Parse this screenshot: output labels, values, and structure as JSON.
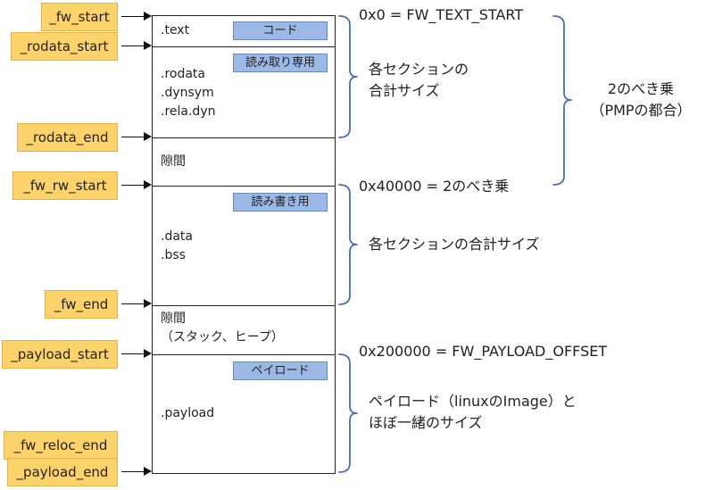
{
  "symbols": {
    "fw_start": "_fw_start",
    "rodata_start": "_rodata_start",
    "rodata_end": "_rodata_end",
    "fw_rw_start": "_fw_rw_start",
    "fw_end": "_fw_end",
    "payload_start": "_payload_start",
    "fw_reloc_end": "_fw_reloc_end",
    "payload_end": "_payload_end"
  },
  "sections": {
    "text": {
      "body": ".text",
      "tag": "コード"
    },
    "rodata": {
      "body": ".rodata\n.dynsym\n.rela.dyn",
      "tag": "読み取り専用"
    },
    "gap1": {
      "body": "隙間"
    },
    "data": {
      "body": ".data\n.bss",
      "tag": "読み書き用"
    },
    "gap2": {
      "body": "隙間\n（スタック、ヒープ）"
    },
    "payload": {
      "body": ".payload",
      "tag": "ペイロード"
    }
  },
  "annotations": {
    "fw_text_start": "0x0 = FW_TEXT_START",
    "rodata_size": "各セクションの\n合計サイズ",
    "pow2": "2のべき乗\n（PMPの都合）",
    "rw_start": "0x40000 = 2のべき乗",
    "rw_size": "各セクションの合計サイズ",
    "payload_offset": "0x200000 = FW_PAYLOAD_OFFSET",
    "payload_size": "ペイロード（linuxのImage）と\nほぼ一緒のサイズ"
  }
}
